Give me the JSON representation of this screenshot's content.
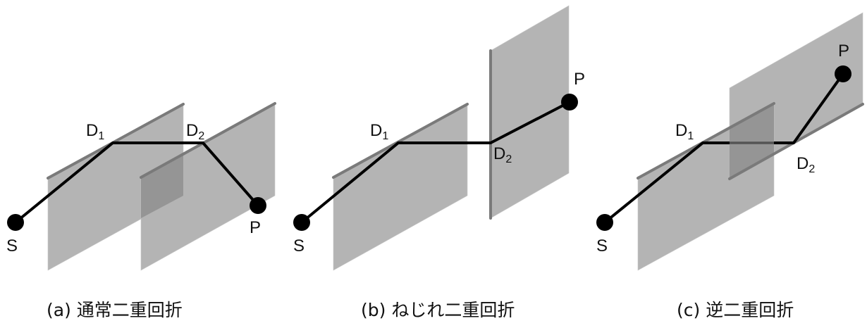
{
  "panels": [
    {
      "id": "a",
      "caption": "(a)  通常二重回折",
      "labels": {
        "source": "S",
        "receiver": "P",
        "d1": "D",
        "d1_sub": "1",
        "d2": "D",
        "d2_sub": "2"
      }
    },
    {
      "id": "b",
      "caption": "(b)  ねじれ二重回折",
      "labels": {
        "source": "S",
        "receiver": "P",
        "d1": "D",
        "d1_sub": "1",
        "d2": "D",
        "d2_sub": "2"
      }
    },
    {
      "id": "c",
      "caption": "(c)  逆二重回折",
      "labels": {
        "source": "S",
        "receiver": "P",
        "d1": "D",
        "d1_sub": "1",
        "d2": "D",
        "d2_sub": "2"
      }
    }
  ],
  "colors": {
    "plane": "#b4b4b4",
    "plane_edge": "#7a7a7a",
    "ray": "#000000"
  }
}
